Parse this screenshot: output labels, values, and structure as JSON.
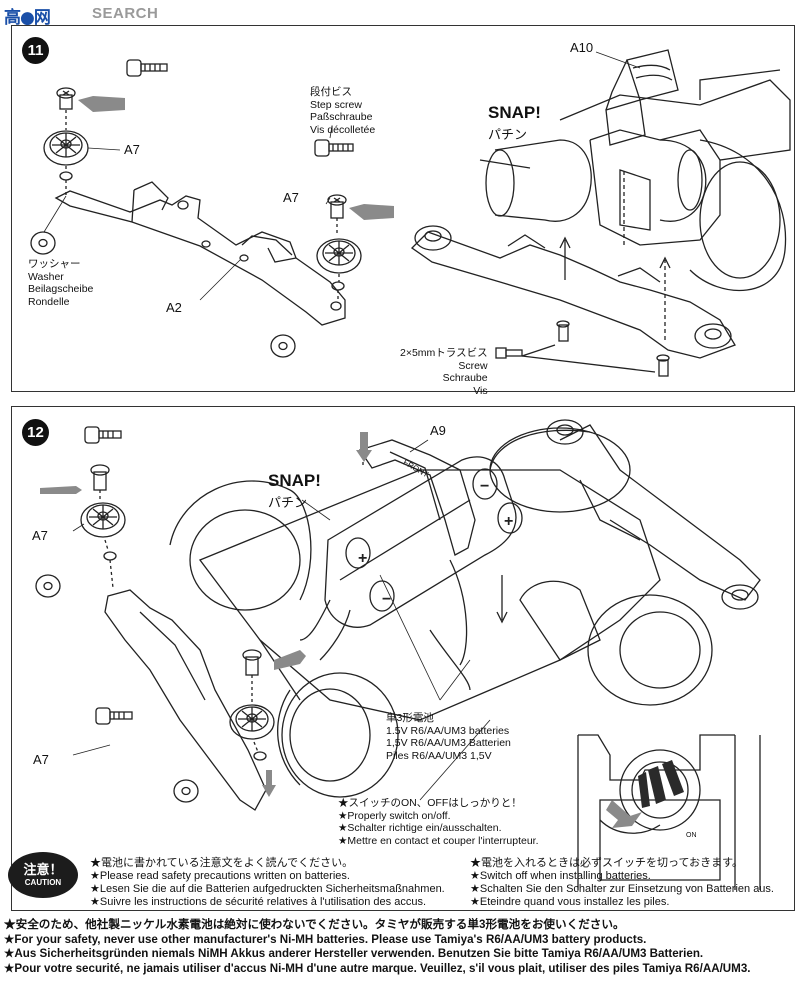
{
  "watermark": {
    "cn": "高●网",
    "en": "SEARCH"
  },
  "step11": {
    "number": "11",
    "parts": {
      "a10": "A10",
      "a7_left": "A7",
      "a7_mid": "A7",
      "a2": "A2"
    },
    "snap": {
      "en": "SNAP!",
      "jp": "パチン"
    },
    "washer": [
      "ワッシャー",
      "Washer",
      "Beilagscheibe",
      "Rondelle"
    ],
    "step_screw": [
      "段付ビス",
      "Step screw",
      "Paßschraube",
      "Vis décolletée"
    ],
    "screw": [
      "2×5mmトラスビス",
      "Screw",
      "Schraube",
      "Vis"
    ]
  },
  "step12": {
    "number": "12",
    "parts": {
      "a9": "A9",
      "a7_top": "A7",
      "a7_bottom": "A7"
    },
    "snap": {
      "en": "SNAP!",
      "jp": "パチン"
    },
    "front_mark": "FRONT",
    "batteries": [
      "単3形電池",
      "1.5V R6/AA/UM3 batteries",
      "1,5V R6/AA/UM3 Batterien",
      "Piles R6/AA/UM3 1,5V"
    ],
    "switch": [
      "★スイッチのON、OFFはしっかりと！",
      "★Properly switch on/off.",
      "★Schalter richtige ein/ausschalten.",
      "★Mettre en contact et couper l'interrupteur."
    ],
    "on_label": "ON"
  },
  "caution": {
    "badge_jp": "注意！",
    "badge_en": "CAUTION",
    "left": [
      "★電池に書かれている注意文をよく読んでください。",
      "★Please read safety precautions written on batteries.",
      "★Lesen Sie die auf die Batterien aufgedruckten Sicherheitsmaßnahmen.",
      "★Suivre les instructions de sécurité relatives à l'utilisation des accus."
    ],
    "right": [
      "★電池を入れるときは必ずスイッチを切っておきます。",
      "★Switch off when installing batteries.",
      "★Schalten Sie den Schalter zur Einsetzung von Batterien aus.",
      "★Eteindre quand vous installez les piles."
    ]
  },
  "bottom_notice": [
    "★安全のため、他社製ニッケル水素電池は絶対に使わないでください。タミヤが販売する単3形電池をお使いください。",
    "★For your safety, never use other manufacturer's Ni-MH batteries. Please use Tamiya's R6/AA/UM3 battery products.",
    "★Aus Sicherheitsgründen niemals NiMH Akkus anderer Hersteller verwenden. Benutzen Sie bitte Tamiya R6/AA/UM3 Batterien.",
    "★Pour votre securité, ne jamais utiliser d'accus Ni-MH d'une autre marque. Veuillez, s'il vous plait, utiliser des piles Tamiya R6/AA/UM3."
  ]
}
